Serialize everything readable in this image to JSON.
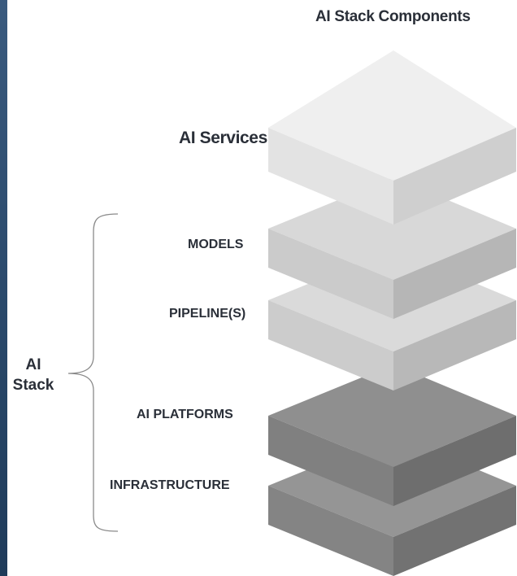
{
  "title": "AI Stack Components",
  "stack_label": {
    "line1": "AI",
    "line2": "Stack"
  },
  "layers": [
    {
      "id": "services",
      "label": "AI Services",
      "colors": {
        "top": "#efefef",
        "left": "#e3e3e3",
        "right": "#cfcfcf"
      }
    },
    {
      "id": "models",
      "label": "MODELS",
      "colors": {
        "top": "#d8d8d8",
        "left": "#cbcbcb",
        "right": "#b6b6b6"
      }
    },
    {
      "id": "pipeline",
      "label": "PIPELINE(S)",
      "colors": {
        "top": "#dadada",
        "left": "#cccccc",
        "right": "#b8b8b8"
      }
    },
    {
      "id": "ai-platforms",
      "label": "AI PLATFORMS",
      "colors": {
        "top": "#8f8f8f",
        "left": "#808080",
        "right": "#6e6e6e"
      }
    },
    {
      "id": "infrastructure",
      "label": "INFRASTRUCTURE",
      "colors": {
        "top": "#959595",
        "left": "#848484",
        "right": "#727272"
      }
    }
  ],
  "colors": {
    "background": "#ffffff",
    "strip": "#2b4a6c",
    "text": "#2a2f38",
    "brace": "#8a8a8a"
  }
}
